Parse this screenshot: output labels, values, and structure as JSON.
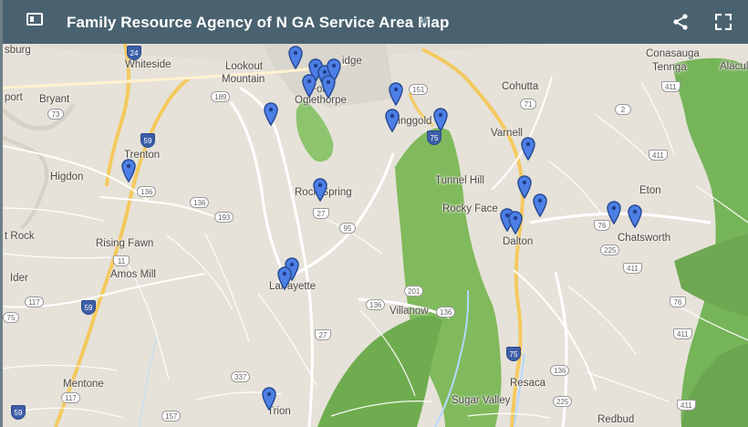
{
  "header": {
    "title": "Family Resource Agency of N GA Service Area Map"
  },
  "colors": {
    "header": "#4a6270",
    "map_land": "#e8e4dc",
    "forest": "#78b65d",
    "marker": "#4d7fe6"
  },
  "labels": [
    {
      "text": "sburg"
    },
    {
      "text": "Whiteside"
    },
    {
      "text": "Lookout"
    },
    {
      "text": "Mountain"
    },
    {
      "text": "idge"
    },
    {
      "text": "Conasauga"
    },
    {
      "text": "Tennga"
    },
    {
      "text": "Alacul"
    },
    {
      "text": "Bryant"
    },
    {
      "text": "port"
    },
    {
      "text": "Fort"
    },
    {
      "text": "Oglethorpe"
    },
    {
      "text": "Cohutta"
    },
    {
      "text": "Ringgold"
    },
    {
      "text": "Varnell"
    },
    {
      "text": "Trenton"
    },
    {
      "text": "Higdon"
    },
    {
      "text": "Tunnel Hill"
    },
    {
      "text": "Eton"
    },
    {
      "text": "Rock Spring"
    },
    {
      "text": "Rocky Face"
    },
    {
      "text": "Chatsworth"
    },
    {
      "text": "t Rock"
    },
    {
      "text": "Rising Fawn"
    },
    {
      "text": "Dalton"
    },
    {
      "text": "Amos Mill"
    },
    {
      "text": "Ider"
    },
    {
      "text": "LaFayette"
    },
    {
      "text": "Villanow"
    },
    {
      "text": "Mentone"
    },
    {
      "text": "Resaca"
    },
    {
      "text": "Sugar Valley"
    },
    {
      "text": "Trion"
    },
    {
      "text": "Redbud"
    }
  ],
  "shields": [
    {
      "text": "24",
      "type": "i"
    },
    {
      "text": "189",
      "type": "state"
    },
    {
      "text": "151",
      "type": "state"
    },
    {
      "text": "411",
      "type": "us"
    },
    {
      "text": "73",
      "type": "state"
    },
    {
      "text": "71",
      "type": "state"
    },
    {
      "text": "2",
      "type": "state"
    },
    {
      "text": "59",
      "type": "i"
    },
    {
      "text": "75",
      "type": "i"
    },
    {
      "text": "411",
      "type": "us"
    },
    {
      "text": "136",
      "type": "state"
    },
    {
      "text": "136",
      "type": "state"
    },
    {
      "text": "193",
      "type": "state"
    },
    {
      "text": "27",
      "type": "us"
    },
    {
      "text": "95",
      "type": "state"
    },
    {
      "text": "76",
      "type": "us"
    },
    {
      "text": "225",
      "type": "state"
    },
    {
      "text": "11",
      "type": "us"
    },
    {
      "text": "411",
      "type": "us"
    },
    {
      "text": "117",
      "type": "state"
    },
    {
      "text": "59",
      "type": "i"
    },
    {
      "text": "201",
      "type": "state"
    },
    {
      "text": "136",
      "type": "state"
    },
    {
      "text": "136",
      "type": "state"
    },
    {
      "text": "76",
      "type": "us"
    },
    {
      "text": "75",
      "type": "state"
    },
    {
      "text": "27",
      "type": "us"
    },
    {
      "text": "411",
      "type": "us"
    },
    {
      "text": "75",
      "type": "i"
    },
    {
      "text": "136",
      "type": "state"
    },
    {
      "text": "337",
      "type": "state"
    },
    {
      "text": "117",
      "type": "state"
    },
    {
      "text": "157",
      "type": "state"
    },
    {
      "text": "225",
      "type": "state"
    },
    {
      "text": "411",
      "type": "us"
    },
    {
      "text": "59",
      "type": "i"
    }
  ]
}
